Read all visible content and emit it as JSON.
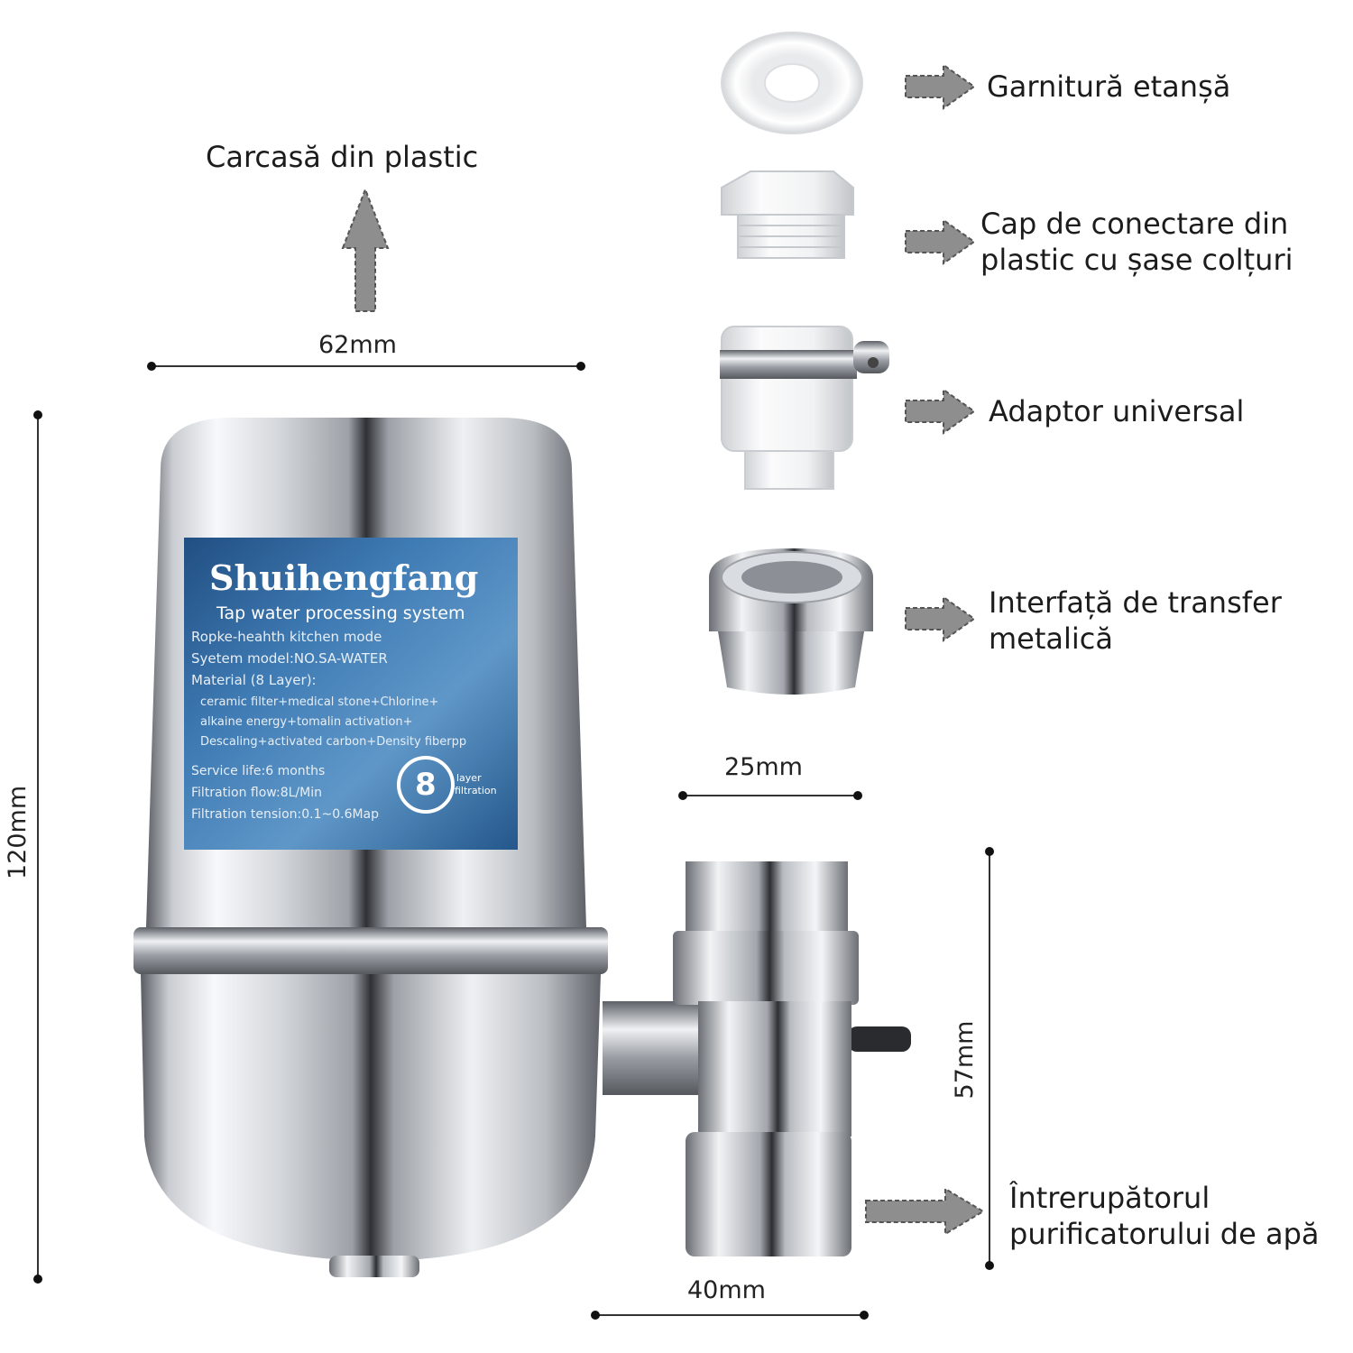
{
  "brand": "Shuihengfang",
  "sticker": {
    "title": "Tap water processing system",
    "line1": "Ropke-heahth kitchen mode",
    "line2": "Syetem model:NO.SA-WATER",
    "line3": "Material (8 Layer):",
    "line4": "ceramic filter+medical stone+Chlorine+",
    "line5": "alkaine energy+tomalin activation+",
    "line6": "Descaling+activated carbon+Density fiberpp",
    "line7": "Service life:6 months",
    "line8": "Filtration flow:8L/Min",
    "line9": "Filtration tension:0.1~0.6Map",
    "badge_number": "8",
    "badge_line1": "layer",
    "badge_line2": "filtration"
  },
  "labels": {
    "housing": "Carcasă din plastic",
    "gasket": "Garnitură etanșă",
    "hex_cap_line1": "Cap de conectare din",
    "hex_cap_line2": "plastic cu șase colțuri",
    "adapter": "Adaptor universal",
    "metal_interface_line1": "Interfață de transfer",
    "metal_interface_line2": "metalică",
    "switch_line1": "Întrerupătorul",
    "switch_line2": "purificatorului de apă"
  },
  "dimensions": {
    "width": "62mm",
    "height": "120mm",
    "interface": "25mm",
    "valve_height": "57mm",
    "valve_width": "40mm"
  },
  "colors": {
    "steel_light": "#f4f5f7",
    "steel_dark": "#3a3d42",
    "sticker_blue": "#2f68a0",
    "arrow_gray": "#8e8e8e",
    "label_text": "#1c1c1c"
  }
}
